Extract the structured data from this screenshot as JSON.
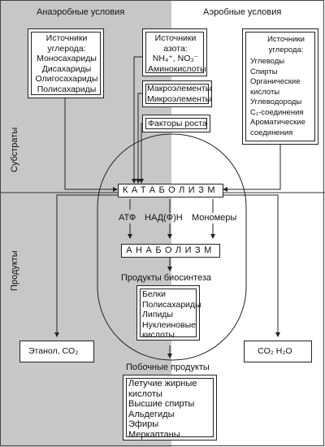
{
  "headers": {
    "anaerobic": "Анаэробные условия",
    "aerobic": "Аэробные условия"
  },
  "side_labels": {
    "substrates": "Субстраты",
    "products": "Продукты"
  },
  "carbon_anaerobic": {
    "title": [
      "Источники",
      "углерода:"
    ],
    "items": [
      "Моносахариды",
      "Дисахариды",
      "Олигосахариды",
      "Полисахариды"
    ]
  },
  "nitrogen": {
    "title": [
      "Источники",
      "азота:"
    ],
    "items": [
      "NH₄⁺, NO₃⁻",
      "Аминокислоты"
    ]
  },
  "elements": {
    "items": [
      "Макроэлементы",
      "Микроэлементы"
    ]
  },
  "growth": {
    "label": "Факторы роста"
  },
  "carbon_aerobic": {
    "title": [
      "Источники",
      "углерода:"
    ],
    "items": [
      "Углеводы",
      "Спирты",
      "Органические",
      "кислоты",
      "Углеводороды",
      "C₁-соединения",
      "Ароматические",
      "соединения"
    ]
  },
  "catabolism": "КАТАБОЛИЗМ",
  "anabolism": "АНАБОЛИЗМ",
  "intermediates": {
    "atp": "АТФ",
    "nadph": "НАД(Ф)Н",
    "monomers": "Мономеры"
  },
  "biosynthesis": {
    "title": "Продукты биосинтеза",
    "items": [
      "Белки",
      "Полисахариды",
      "Липиды",
      "Нуклеиновые",
      "кислоты"
    ]
  },
  "ethanol": "Этанол, CO₂",
  "co2h2o": "CO₂  H₂O",
  "byproducts": {
    "title": "Побочные продукты",
    "items": [
      "Летучие жирные",
      "кислоты",
      "Высшие спирты",
      "Альдегиды",
      "Эфиры",
      "Меркаптаны"
    ]
  },
  "colors": {
    "anaerobic_bg": "#c7c7c7",
    "aerobic_bg": "#ffffff",
    "line": "#222222"
  }
}
